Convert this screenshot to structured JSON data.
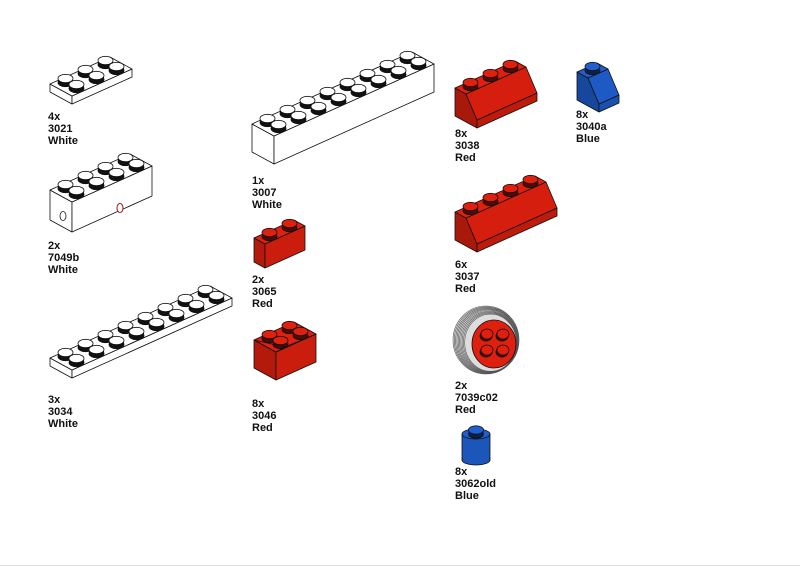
{
  "parts": [
    {
      "qty": "4x",
      "id": "3021",
      "color_name": "White",
      "color": "#ffffff",
      "icon": "plate-2x3-icon"
    },
    {
      "qty": "2x",
      "id": "7049b",
      "color_name": "White",
      "color": "#ffffff",
      "icon": "technic-brick-2x4-icon"
    },
    {
      "qty": "3x",
      "id": "3034",
      "color_name": "White",
      "color": "#ffffff",
      "icon": "plate-2x8-icon"
    },
    {
      "qty": "1x",
      "id": "3007",
      "color_name": "White",
      "color": "#ffffff",
      "icon": "brick-2x8-icon"
    },
    {
      "qty": "2x",
      "id": "3065",
      "color_name": "Red",
      "color": "#e0200e",
      "icon": "brick-1x2-icon"
    },
    {
      "qty": "8x",
      "id": "3046",
      "color_name": "Red",
      "color": "#e0200e",
      "icon": "corner-slope-icon"
    },
    {
      "qty": "8x",
      "id": "3038",
      "color_name": "Red",
      "color": "#e0200e",
      "icon": "slope-2x3-icon"
    },
    {
      "qty": "6x",
      "id": "3037",
      "color_name": "Red",
      "color": "#e0200e",
      "icon": "slope-2x4-icon"
    },
    {
      "qty": "2x",
      "id": "7039c02",
      "color_name": "Red",
      "color": "#e0200e",
      "icon": "wheel-icon"
    },
    {
      "qty": "8x",
      "id": "3062old",
      "color_name": "Blue",
      "color": "#1f5fd0",
      "icon": "round-brick-icon"
    },
    {
      "qty": "8x",
      "id": "3040a",
      "color_name": "Blue",
      "color": "#1f5fd0",
      "icon": "slope-1x2-icon"
    }
  ]
}
